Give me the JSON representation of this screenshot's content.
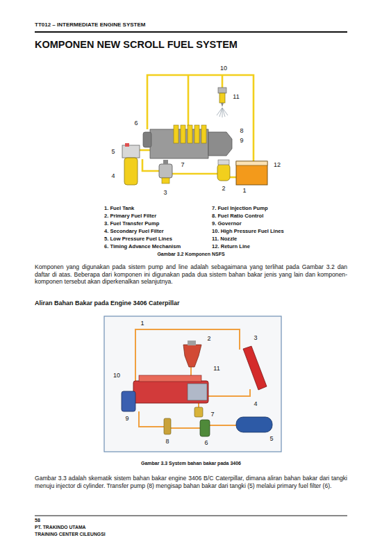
{
  "diagram": {
    "title": "KOMPONEN NEW SCROLL FUEL SYSTEM",
    "caption": "Gambar 3.2 Komponen NSFS",
    "labels": [
      "TT012 – INTERMEDIATE ENGINE SYSTEM",
      "10",
      "11",
      "6",
      "8",
      "9",
      "5",
      "7",
      "12",
      "4",
      "3",
      "2",
      "1",
      "1. Fuel Tank",
      "2. Primary Fuel Filter",
      "3. Fuel Transfer Pump",
      "4. Secondary Fuel Filter",
      "5. Low Pressure Fuel Lines",
      "6. Timing Advance Mechanism",
      "7. Fuel Injection Pump",
      "8. Fuel Ratio Control",
      "9. Governor",
      "10. High Pressure Fuel Lines",
      "11. Nozzle",
      "12. Return Line",
      "Komponen yang digunakan pada sistem pump and line adalah sebagaimana yang terlihat pada Gambar 3.2 dan daftar di atas. Beberapa dari komponen ini digunakan pada dua sistem bahan bakar jenis yang lain dan komponen-komponen tersebut akan diperkenalkan selanjutnya.",
      "Aliran Bahan Bakar pada Engine 3406 Caterpillar",
      "1",
      "2",
      "3",
      "11",
      "10",
      "4",
      "9",
      "7",
      "5",
      "8",
      "6",
      "Gambar 3.3 System bahan bakar pada 3406",
      "Gambar 3.3 adalah skematik sistem bahan bakar engine 3406 B/C Caterpillar, dimana aliran bahan bakar dari tangki menuju injector di cylinder. Transfer pump (8) mengisap bahan bakar dari tangki (5) melalui primary fuel filter (6).",
      "58",
      "PT. TRAKINDO UTAMA",
      "TRAINING CENTER CILEUNGSI"
    ]
  }
}
